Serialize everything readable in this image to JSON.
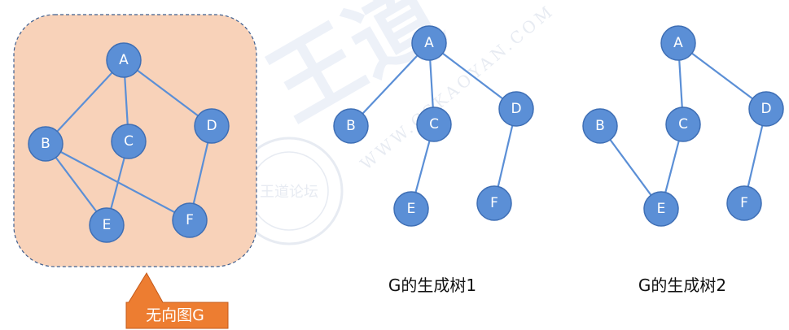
{
  "colors": {
    "node_fill": "#5b8fd6",
    "edge": "#5b8fd6",
    "panel_fill": "#f8d2b9",
    "callout_fill": "#ed7d31",
    "watermark": "#dfe6f3"
  },
  "graph_g": {
    "nodes": [
      "A",
      "B",
      "C",
      "D",
      "E",
      "F"
    ],
    "edges": [
      [
        "A",
        "B"
      ],
      [
        "A",
        "C"
      ],
      [
        "A",
        "D"
      ],
      [
        "B",
        "E"
      ],
      [
        "B",
        "F"
      ],
      [
        "C",
        "E"
      ],
      [
        "D",
        "F"
      ]
    ],
    "callout": "无向图G"
  },
  "tree_1": {
    "nodes": [
      "A",
      "B",
      "C",
      "D",
      "E",
      "F"
    ],
    "edges": [
      [
        "A",
        "B"
      ],
      [
        "A",
        "C"
      ],
      [
        "A",
        "D"
      ],
      [
        "C",
        "E"
      ],
      [
        "D",
        "F"
      ]
    ],
    "caption": "G的生成树1"
  },
  "tree_2": {
    "nodes": [
      "A",
      "B",
      "C",
      "D",
      "E",
      "F"
    ],
    "edges": [
      [
        "A",
        "C"
      ],
      [
        "A",
        "D"
      ],
      [
        "B",
        "E"
      ],
      [
        "C",
        "E"
      ],
      [
        "D",
        "F"
      ]
    ],
    "caption": "G的生成树2"
  },
  "watermark": {
    "site_text": "WWW.CSKAOYAN.COM",
    "brand_text": "王道",
    "seal_text": "王道论坛"
  }
}
